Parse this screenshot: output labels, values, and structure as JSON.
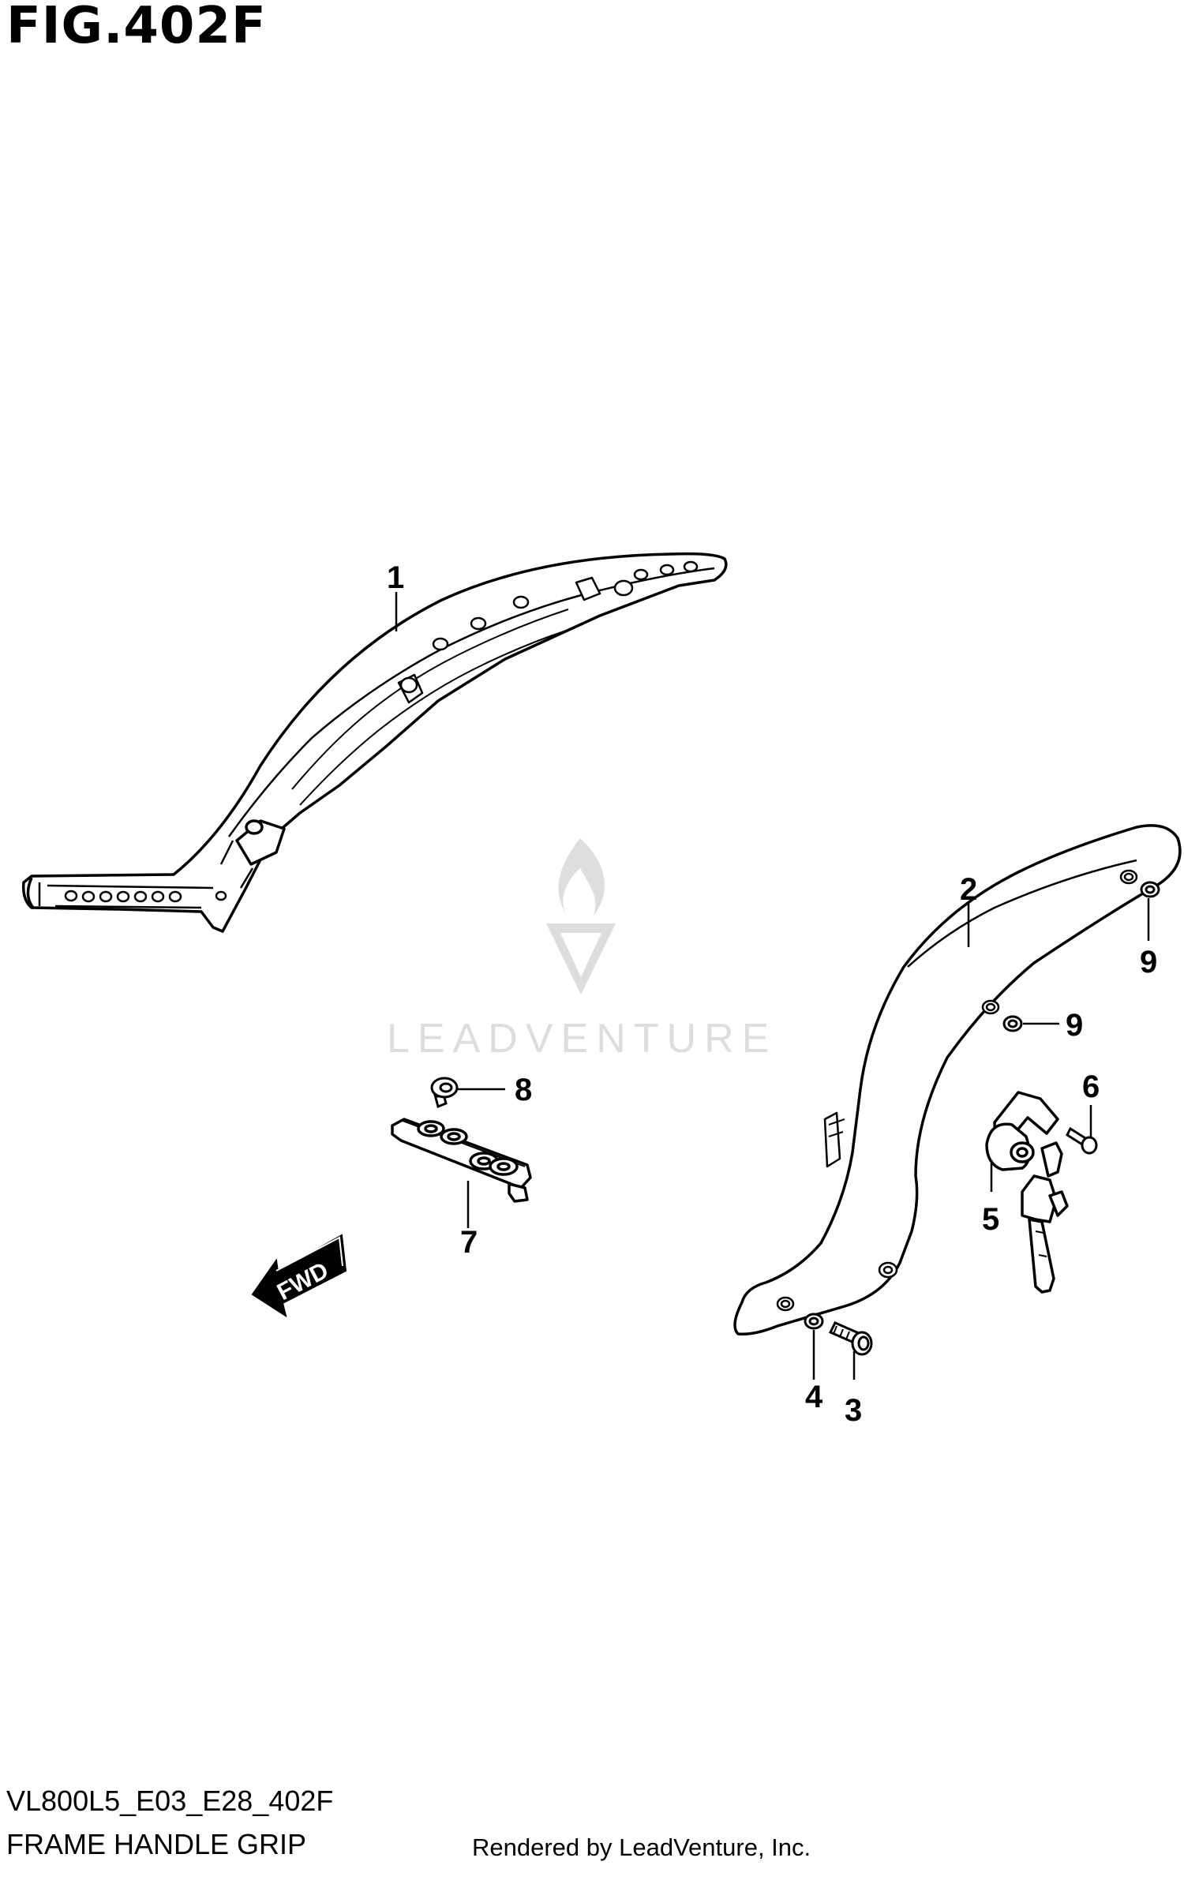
{
  "figure": {
    "title": "FIG.402F"
  },
  "footer": {
    "code": "VL800L5_E03_E28_402F",
    "name": "FRAME HANDLE GRIP",
    "credit": "Rendered by LeadVenture, Inc."
  },
  "watermark": {
    "text": "LEADVENTURE"
  },
  "direction_arrow": {
    "label": "FWD"
  },
  "callouts": [
    {
      "id": "c1",
      "label": "1"
    },
    {
      "id": "c2",
      "label": "2"
    },
    {
      "id": "c3",
      "label": "3"
    },
    {
      "id": "c4",
      "label": "4"
    },
    {
      "id": "c5",
      "label": "5"
    },
    {
      "id": "c6",
      "label": "6"
    },
    {
      "id": "c7",
      "label": "7"
    },
    {
      "id": "c8",
      "label": "8"
    },
    {
      "id": "c9a",
      "label": "9"
    },
    {
      "id": "c9b",
      "label": "9"
    }
  ]
}
